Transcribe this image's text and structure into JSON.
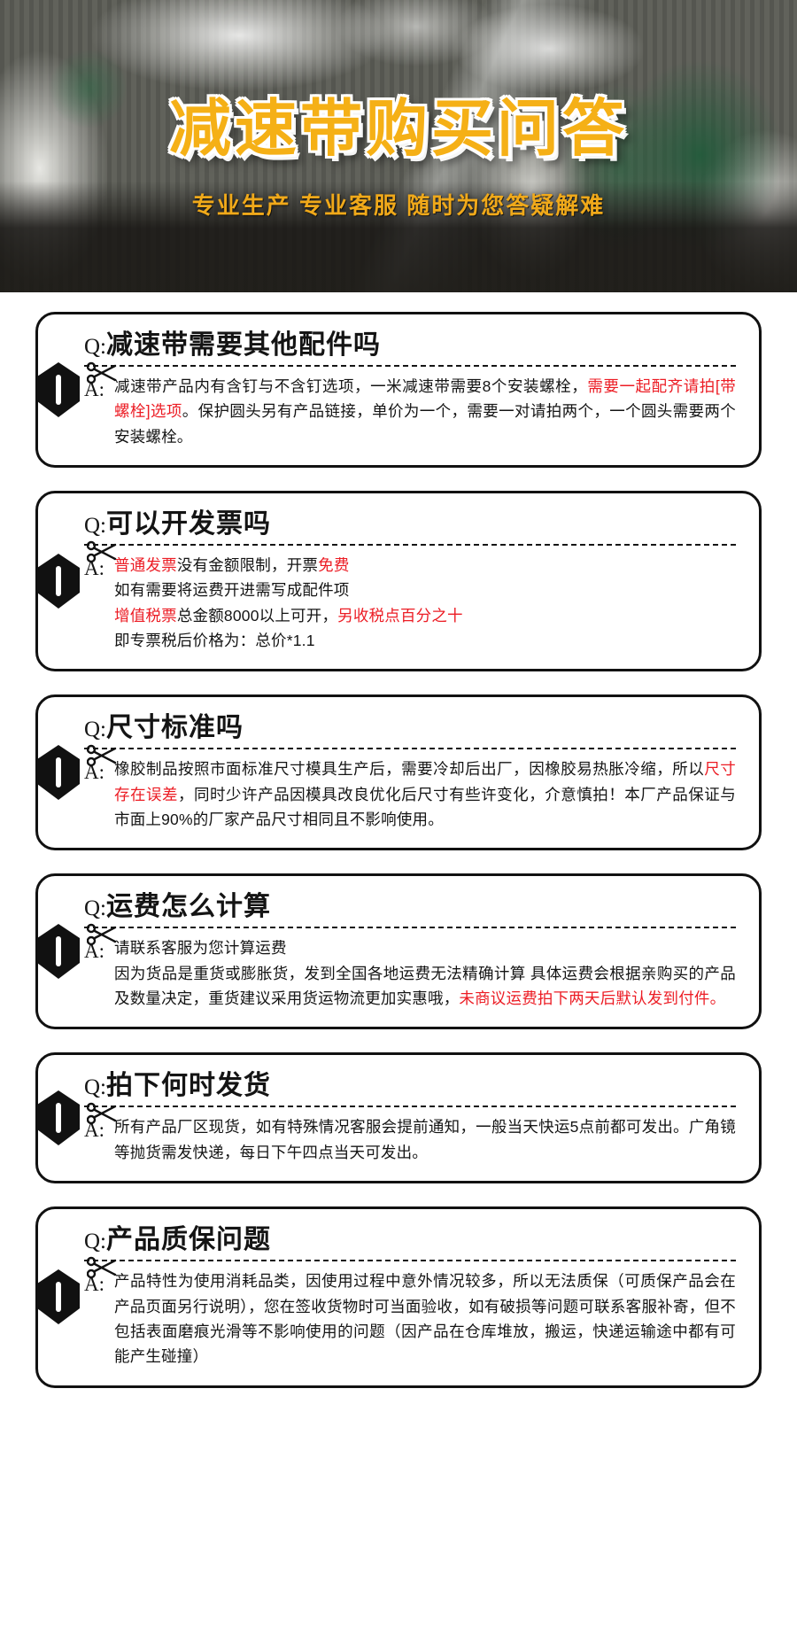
{
  "hero": {
    "title": "减速带购买问答",
    "subtitle": "专业生产  专业客服  随时为您答疑解难",
    "title_color": "#f5b016",
    "subtitle_color": "#f0a91a",
    "background_description": "工厂车间照片"
  },
  "labels": {
    "question_prefix": "Q:",
    "answer_prefix": "A:"
  },
  "colors": {
    "highlight": "#ec1c24",
    "outline": "#111111",
    "text": "#141414"
  },
  "faq": [
    {
      "id": "accessories",
      "question": "减速带需要其他配件吗",
      "answer_lines": [
        [
          {
            "t": "减速带产品内有含钉与不含钉选项，一米减速带需要8个安装螺栓，",
            "hl": false
          },
          {
            "t": "需要一起配齐请拍[带螺栓]选项",
            "hl": true
          },
          {
            "t": "。保护圆头另有产品链接，单价为一个，需要一对请拍两个，一个圆头需要两个安装螺栓。",
            "hl": false
          }
        ]
      ]
    },
    {
      "id": "invoice",
      "question": "可以开发票吗",
      "answer_lines": [
        [
          {
            "t": "普通发票",
            "hl": true
          },
          {
            "t": "没有金额限制，开票",
            "hl": false
          },
          {
            "t": "免费",
            "hl": true
          }
        ],
        [
          {
            "t": "如有需要将运费开进需写成配件项",
            "hl": false
          }
        ],
        [
          {
            "t": "增值税票",
            "hl": true
          },
          {
            "t": "总金额8000以上可开，",
            "hl": false
          },
          {
            "t": "另收税点百分之十",
            "hl": true
          }
        ],
        [
          {
            "t": "即专票税后价格为：总价*1.1",
            "hl": false
          }
        ]
      ]
    },
    {
      "id": "size-standard",
      "question": "尺寸标准吗",
      "answer_lines": [
        [
          {
            "t": "橡胶制品按照市面标准尺寸模具生产后，需要冷却后出厂，因橡胶易热胀冷缩，所以",
            "hl": false
          },
          {
            "t": "尺寸存在误差",
            "hl": true
          },
          {
            "t": "，同时少许产品因模具改良优化后尺寸有些许变化，介意慎拍！本厂产品保证与市面上90%的厂家产品尺寸相同且不影响使用。",
            "hl": false
          }
        ]
      ]
    },
    {
      "id": "shipping-fee",
      "question": "运费怎么计算",
      "answer_lines": [
        [
          {
            "t": "请联系客服为您计算运费",
            "hl": false
          }
        ],
        [
          {
            "t": "因为货品是重货或膨胀货，发到全国各地运费无法精确计算 具体运费会根据亲购买的产品及数量决定，重货建议采用货运物流更加实惠哦，",
            "hl": false
          },
          {
            "t": "未商议运费拍下两天后默认发到付件。",
            "hl": true
          }
        ]
      ]
    },
    {
      "id": "dispatch-time",
      "question": "拍下何时发货",
      "answer_lines": [
        [
          {
            "t": "所有产品厂区现货，如有特殊情况客服会提前通知，一般当天快运5点前都可发出。广角镜等抛货需发快递，每日下午四点当天可发出。",
            "hl": false
          }
        ]
      ]
    },
    {
      "id": "warranty",
      "question": "产品质保问题",
      "answer_lines": [
        [
          {
            "t": "产品特性为使用消耗品类，因使用过程中意外情况较多，所以无法质保（可质保产品会在产品页面另行说明），您在签收货物时可当面验收，如有破损等问题可联系客服补寄，但不包括表面磨痕光滑等不影响使用的问题（因产品在仓库堆放，搬运，快递运输途中都有可能产生碰撞）",
            "hl": false
          }
        ]
      ]
    }
  ]
}
